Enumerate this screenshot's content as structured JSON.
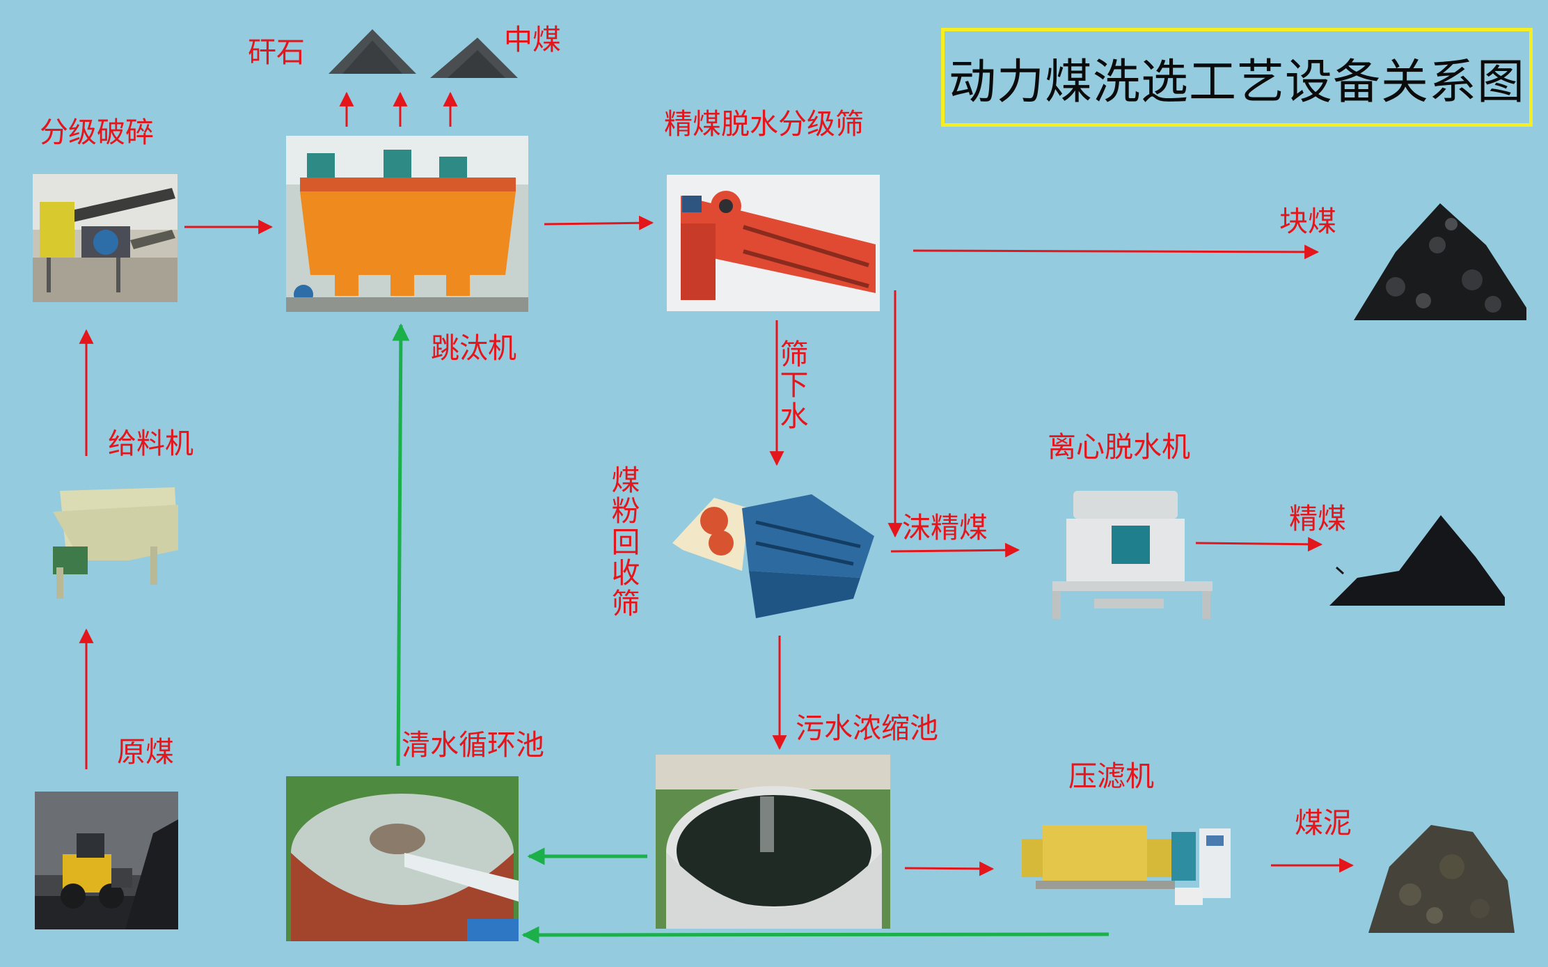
{
  "title": "动力煤洗选工艺设备关系图",
  "labels": {
    "grading_crushing": "分级破碎",
    "gangue": "矸石",
    "middling": "中煤",
    "jig": "跳汰机",
    "clean_coal_screen": "精煤脱水分级筛",
    "lump_coal": "块煤",
    "undersize_water": "筛下水",
    "coal_powder_screen": "煤粉回收筛",
    "froth_clean_coal": "沫精煤",
    "centrifuge": "离心脱水机",
    "clean_coal": "精煤",
    "feeder": "给料机",
    "raw_coal": "原煤",
    "clear_water_pool": "清水循环池",
    "sewage_thickener": "污水浓缩池",
    "filter_press": "压滤机",
    "coal_slime": "煤泥"
  },
  "colors": {
    "background": "#94cbde",
    "text": "#e4161c",
    "flow_arrow": "#e4161c",
    "water_arrow": "#1bb04a",
    "title_border": "#f4ee23"
  }
}
